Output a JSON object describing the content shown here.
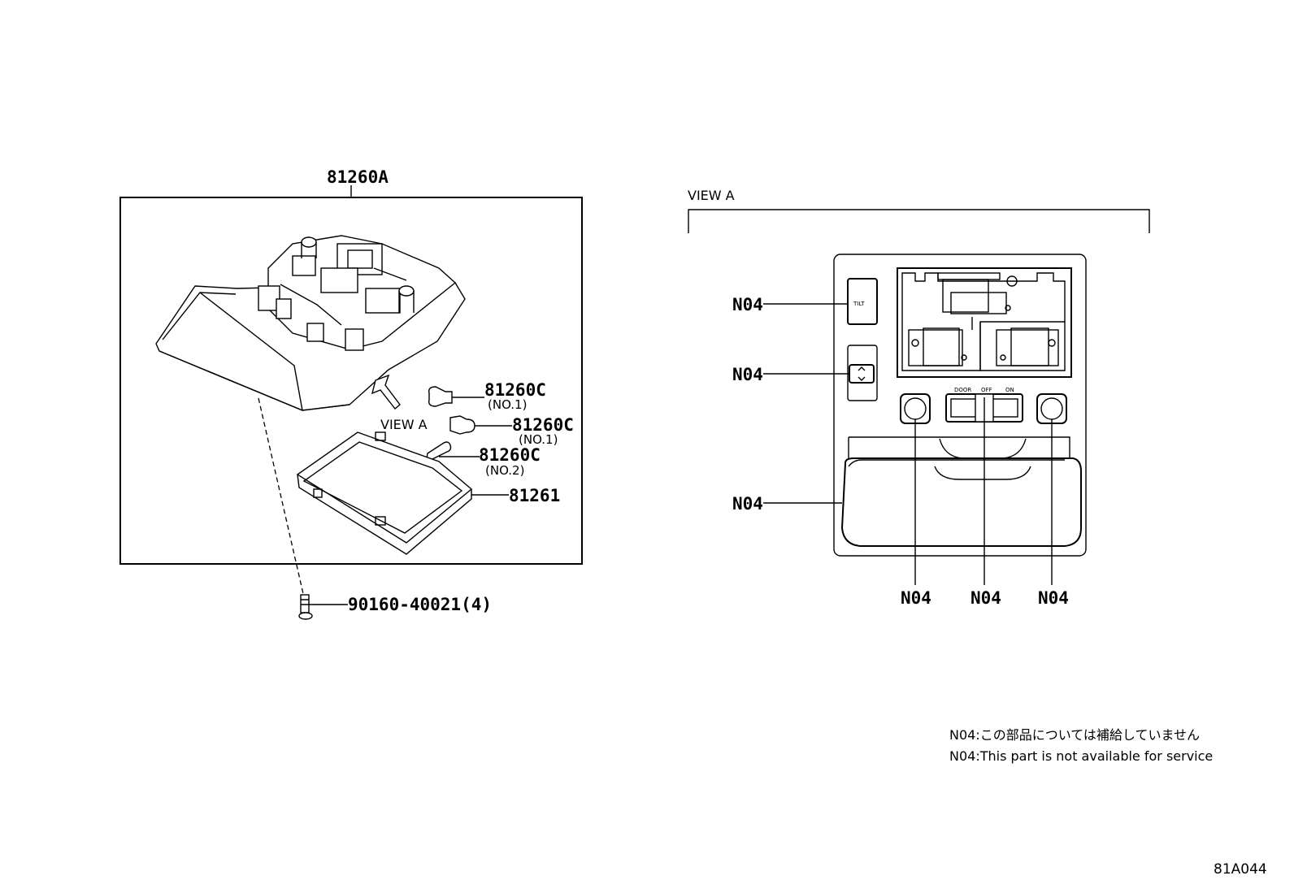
{
  "left_assembly": {
    "part_main": "81260A",
    "part_bulb_1": "81260C",
    "part_bulb_1_note": "(NO.1)",
    "part_bulb_2": "81260C",
    "part_bulb_2_note": "(NO.1)",
    "part_bulb_3": "81260C",
    "part_bulb_3_note": "(NO.2)",
    "part_lens": "81261",
    "part_screw": "90160-40021(4)",
    "view_label": "VIEW A"
  },
  "view_a": {
    "title": "VIEW A",
    "tilt_button": "TILT",
    "switch_positions": [
      "DOOR",
      "OFF",
      "ON"
    ],
    "callout_tilt": "N04",
    "callout_updown": "N04",
    "callout_lens": "N04",
    "callout_left_button": "N04",
    "callout_switch": "N04",
    "callout_right_button": "N04"
  },
  "notes": {
    "jp": "N04:この部品については補給していません",
    "en": "N04:This part is not available for service"
  },
  "figure_code": "81A044"
}
